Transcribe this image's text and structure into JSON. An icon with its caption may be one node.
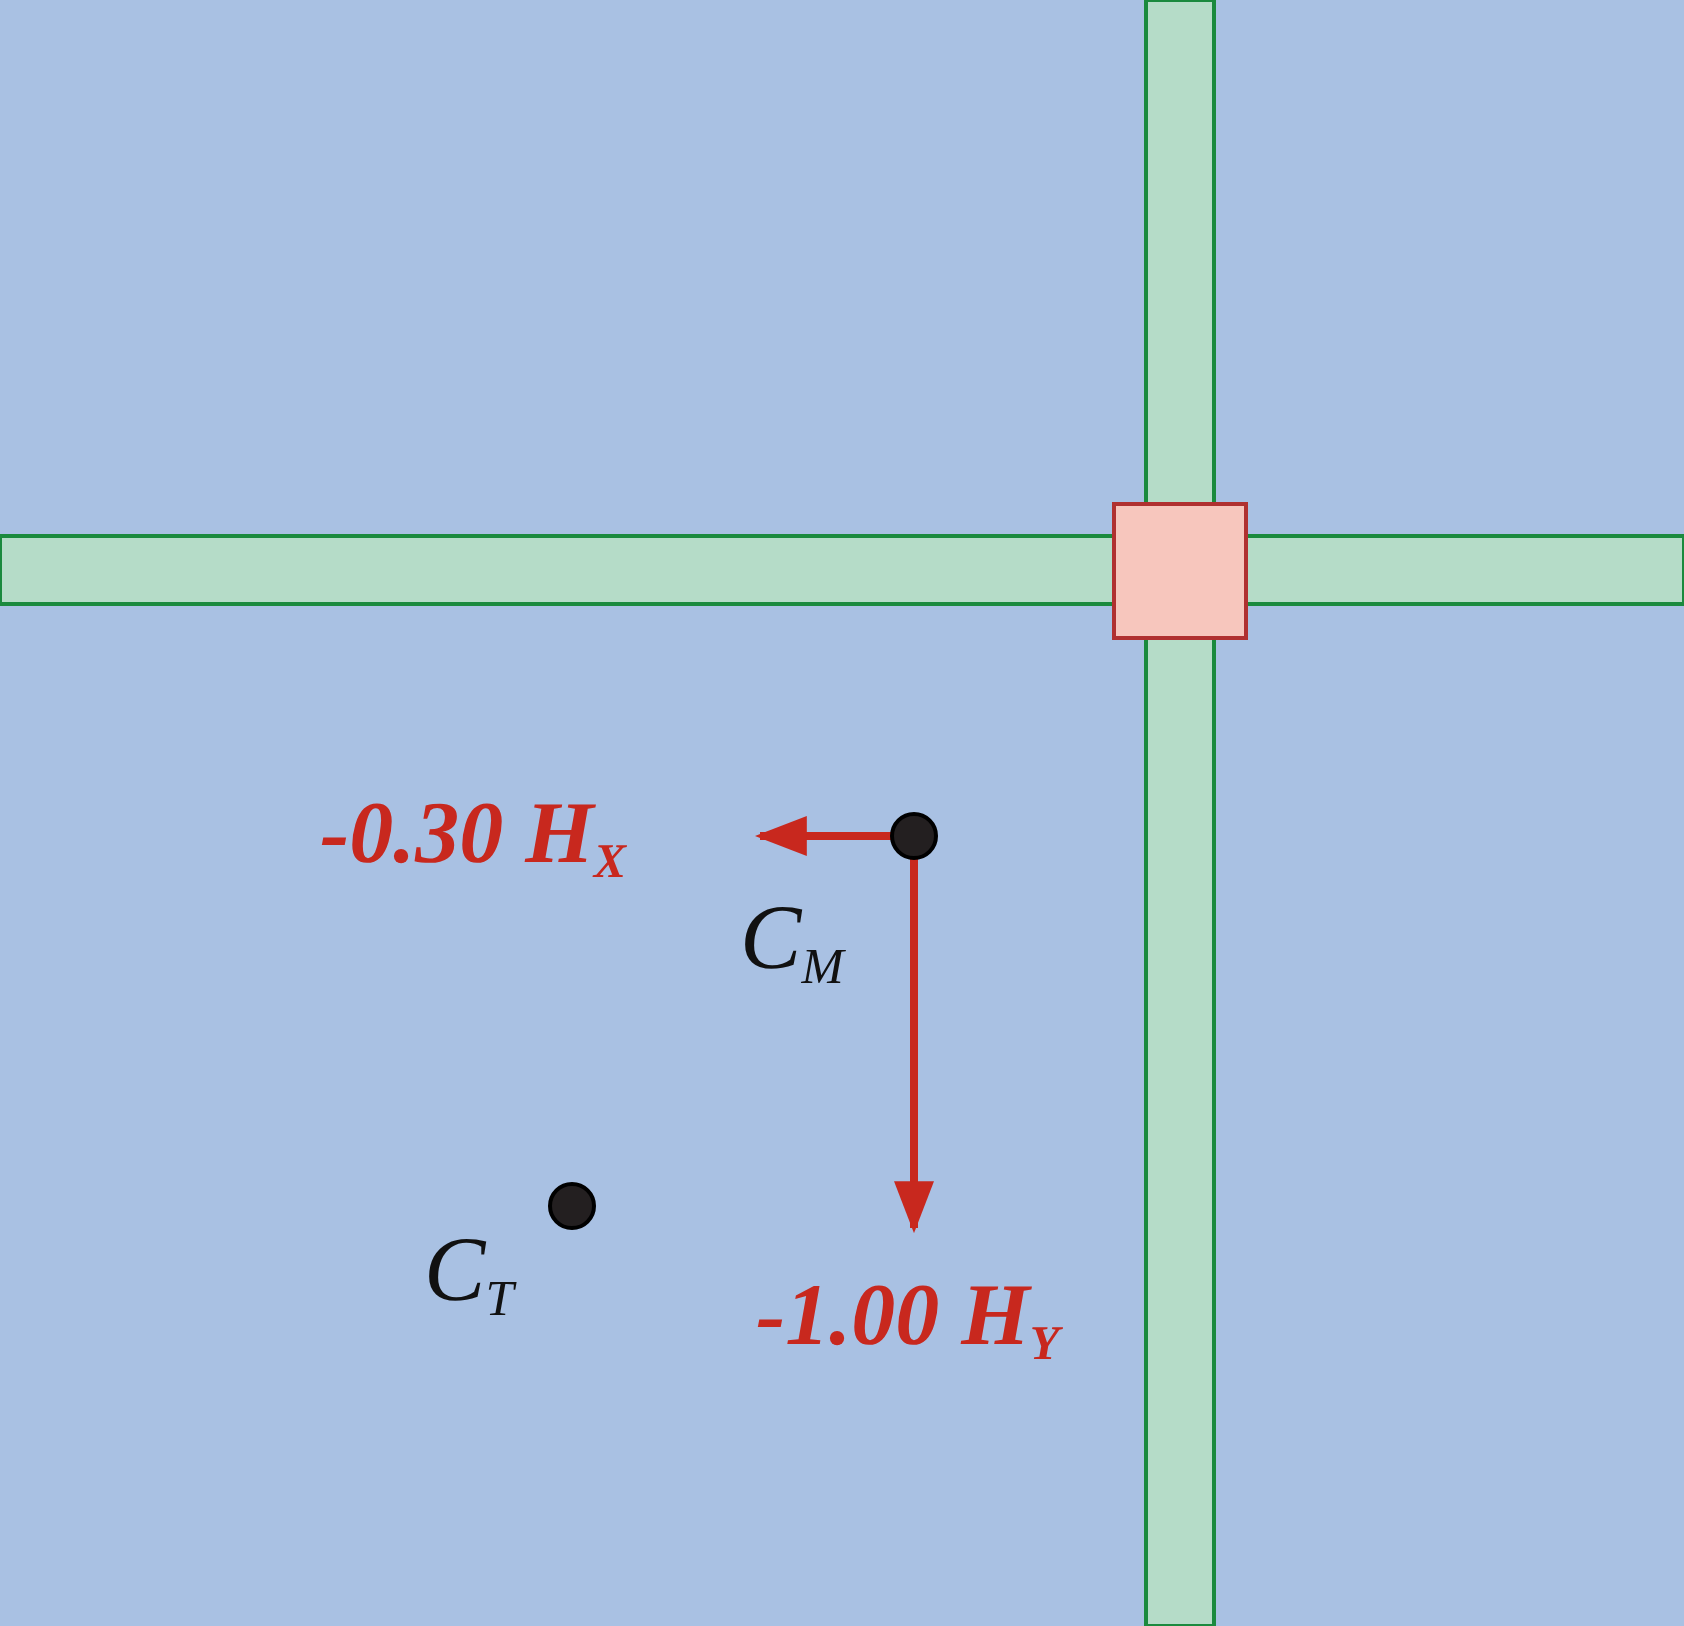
{
  "diagram": {
    "nodes": [
      {
        "text": [],
        "shape": "circle",
        "beside": [
          "C$_{M}$"
        ]
      },
      {
        "text": [],
        "shape": "circle",
        "beside": [
          "C$_{T}$"
        ]
      }
    ],
    "labels": [
      "-0.30 H$_{X}$",
      "-1.00 H$_{Y}$"
    ]
  }
}
